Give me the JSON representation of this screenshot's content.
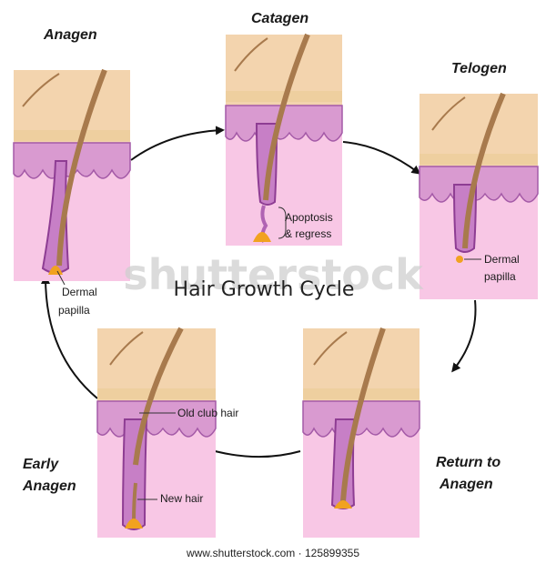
{
  "title": "Hair Growth Cycle",
  "watermark": "shutterstock",
  "footer": "www.shutterstock.com · 125899355",
  "stages": {
    "anagen": {
      "title": "Anagen",
      "annotations": [
        "Dermal",
        "papilla"
      ]
    },
    "catagen": {
      "title": "Catagen",
      "annotations": [
        "Apoptosis",
        "& regress"
      ]
    },
    "telogen": {
      "title": "Telogen",
      "annotations": [
        "Dermal",
        "papilla"
      ]
    },
    "return_to_anagen": {
      "title_lines": [
        "Return to",
        "Anagen"
      ]
    },
    "early_anagen": {
      "title_lines": [
        "Early",
        "Anagen"
      ],
      "annotations": [
        "Old club hair",
        "New hair"
      ]
    }
  },
  "colors": {
    "skin": "#f3d4ae",
    "skin_band": "#eecf9f",
    "dermis": "#f8c7e5",
    "epidermis": "#d99ad0",
    "follicle_outline": "#8e3d93",
    "hair": "#a87a4d",
    "papilla": "#f1a21f",
    "arrow": "#111111"
  }
}
